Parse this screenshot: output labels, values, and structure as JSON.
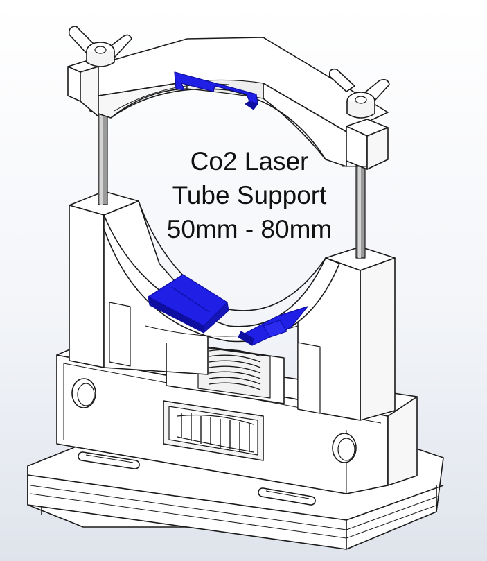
{
  "caption": {
    "line1": "Co2 Laser",
    "line2": "Tube Support",
    "line3": "50mm - 80mm"
  },
  "colors": {
    "background_top": "#ffffff",
    "background_bottom": "#dfe4ec",
    "part_fill": "#ffffff",
    "part_shade": "#eeeeee",
    "edge": "#1a1a1a",
    "pad_blue": "#1f1fe6",
    "pad_blue_dark": "#0e0ea0",
    "rod": "#9a9a9a"
  },
  "icons": [
    "wing-nut-left-icon",
    "wing-nut-right-icon",
    "mounting-hole-icon",
    "mounting-slot-icon",
    "gear-icon",
    "spring-icon"
  ]
}
